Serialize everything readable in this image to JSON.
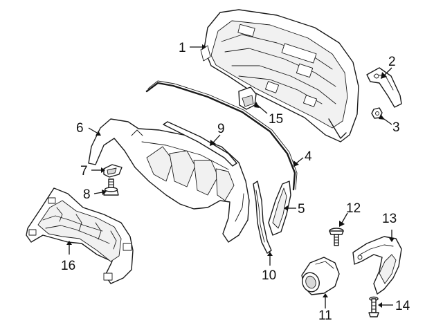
{
  "diagram": {
    "type": "exploded-parts-diagram",
    "callouts": [
      {
        "id": "1",
        "label": "1"
      },
      {
        "id": "2",
        "label": "2"
      },
      {
        "id": "3",
        "label": "3"
      },
      {
        "id": "4",
        "label": "4"
      },
      {
        "id": "5",
        "label": "5"
      },
      {
        "id": "6",
        "label": "6"
      },
      {
        "id": "7",
        "label": "7"
      },
      {
        "id": "8",
        "label": "8"
      },
      {
        "id": "9",
        "label": "9"
      },
      {
        "id": "10",
        "label": "10"
      },
      {
        "id": "11",
        "label": "11"
      },
      {
        "id": "12",
        "label": "12"
      },
      {
        "id": "13",
        "label": "13"
      },
      {
        "id": "14",
        "label": "14"
      },
      {
        "id": "15",
        "label": "15"
      },
      {
        "id": "16",
        "label": "16"
      }
    ]
  },
  "colors": {
    "line": "#1a1a1a",
    "background": "#ffffff",
    "shade": "#d9d9d9"
  }
}
